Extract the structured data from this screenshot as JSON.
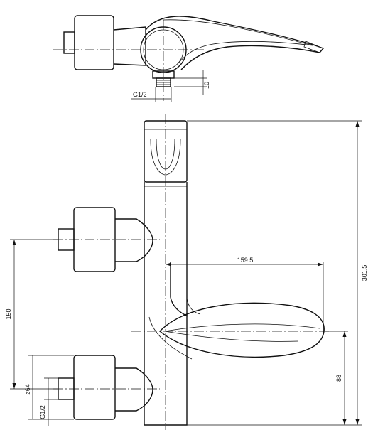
{
  "drawing": {
    "labels": {
      "thread_top": "G1/2",
      "dim_top_10": "10",
      "dim_159_5": "159.5",
      "dim_301_5": "301.5",
      "dim_150": "150",
      "dim_88": "88",
      "dim_dia64": "ø64",
      "thread_side": "G1/2"
    }
  }
}
